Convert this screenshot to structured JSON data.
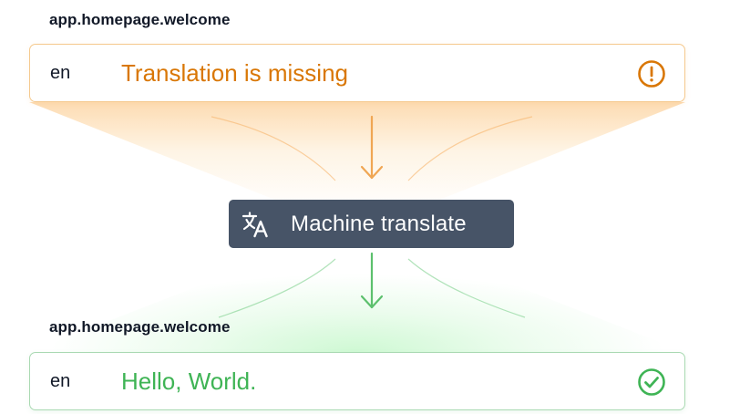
{
  "source_entry": {
    "key": "app.homepage.welcome",
    "language": "en",
    "value": "Translation is missing",
    "status_icon": "exclamation-circle-icon",
    "accent_color": "#d97706"
  },
  "action": {
    "label": "Machine translate",
    "icon": "translate-icon",
    "background_color": "#475467"
  },
  "result_entry": {
    "key": "app.homepage.welcome",
    "language": "en",
    "value": "Hello, World.",
    "status_icon": "check-circle-icon",
    "accent_color": "#3fb455"
  }
}
